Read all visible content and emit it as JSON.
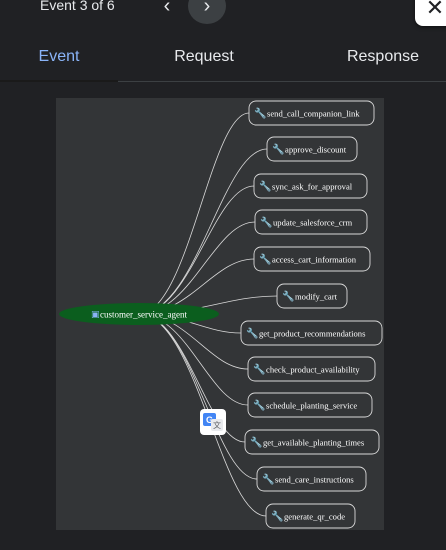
{
  "header": {
    "event_counter": "Event 3 of 6",
    "prev_icon": "chevron-left-icon",
    "next_icon": "chevron-right-icon",
    "close_icon": "close-icon"
  },
  "tabs": [
    {
      "label": "Event",
      "active": true
    },
    {
      "label": "Request",
      "active": false
    },
    {
      "label": "Response",
      "active": false
    }
  ],
  "graph": {
    "agent": {
      "label": "customer_service_agent",
      "icon": "robot-icon",
      "color": "#0b5e1e"
    },
    "tool_icon": "wrench-icon",
    "tools": [
      "send_call_companion_link",
      "approve_discount",
      "sync_ask_for_approval",
      "update_salesforce_crm",
      "access_cart_information",
      "modify_cart",
      "get_product_recommendations",
      "check_product_availability",
      "schedule_planting_service",
      "get_available_planting_times",
      "send_care_instructions",
      "generate_qr_code"
    ]
  },
  "overlay": {
    "icon": "google-translate-icon"
  },
  "colors": {
    "accent": "#8ab4f8",
    "background": "#202124",
    "panel": "#333537"
  }
}
